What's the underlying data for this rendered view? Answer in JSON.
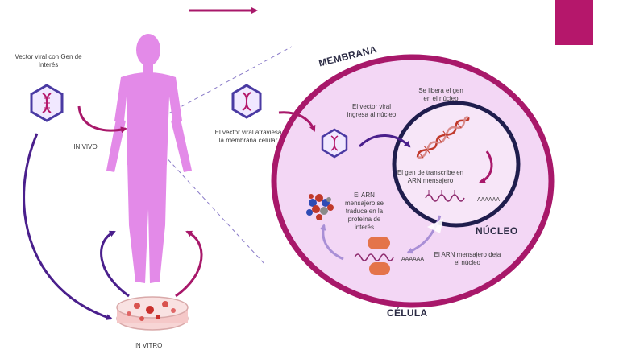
{
  "colors": {
    "accent": "#b5176b",
    "body": "#e38ae8",
    "cell_fill": "#f3d7f5",
    "cell_border": "#a8186a",
    "nucleus_border": "#1f1d4d",
    "arrow_purple": "#4a1f8c",
    "arrow_magenta": "#a8186a",
    "arrow_lavender": "#a98fd6"
  },
  "icons": {
    "virus": "viral-vector-capsid-icon",
    "dna": "dna-helix-icon",
    "protein": "protein-molecule-icon",
    "ribosome": "ribosome-icon",
    "dish": "petri-dish-icon"
  },
  "labels": {
    "vector_viral": "Vector viral  con Gen de Interés",
    "in_vivo": "IN VIVO",
    "in_vitro": "IN VITRO",
    "atraviesa": "El vector viral atraviesa la membrana celular",
    "ingresa": "El vector viral ingresa al núcleo",
    "libera": "Se libera el gen en el núcleo",
    "transcribe": "El gen de transcribe en ARN mensajero",
    "traduce": "El ARN mensajero se traduce en la proteína de interés",
    "deja": "El ARN mensajero deja el núcleo",
    "membrana": "MEMBRANA",
    "nucleo": "NÚCLEO",
    "celula": "CÉLULA",
    "polya_1": "AAAAAA",
    "polya_2": "AAAAAA"
  }
}
